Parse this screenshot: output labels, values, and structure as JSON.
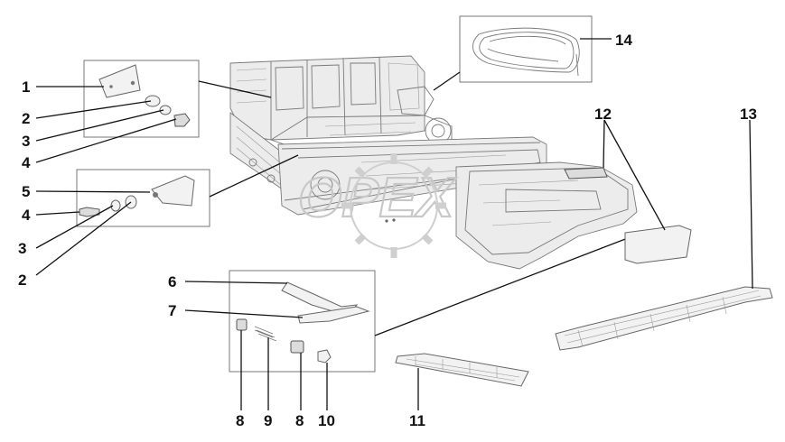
{
  "diagram": {
    "watermark": "OPEX",
    "callouts": {
      "c1": "1",
      "c2a": "2",
      "c3a": "3",
      "c4a": "4",
      "c5": "5",
      "c4b": "4",
      "c3b": "3",
      "c2b": "2",
      "c6": "6",
      "c7": "7",
      "c8a": "8",
      "c9": "9",
      "c8b": "8",
      "c10": "10",
      "c11": "11",
      "c12": "12",
      "c13": "13",
      "c14": "14"
    }
  }
}
